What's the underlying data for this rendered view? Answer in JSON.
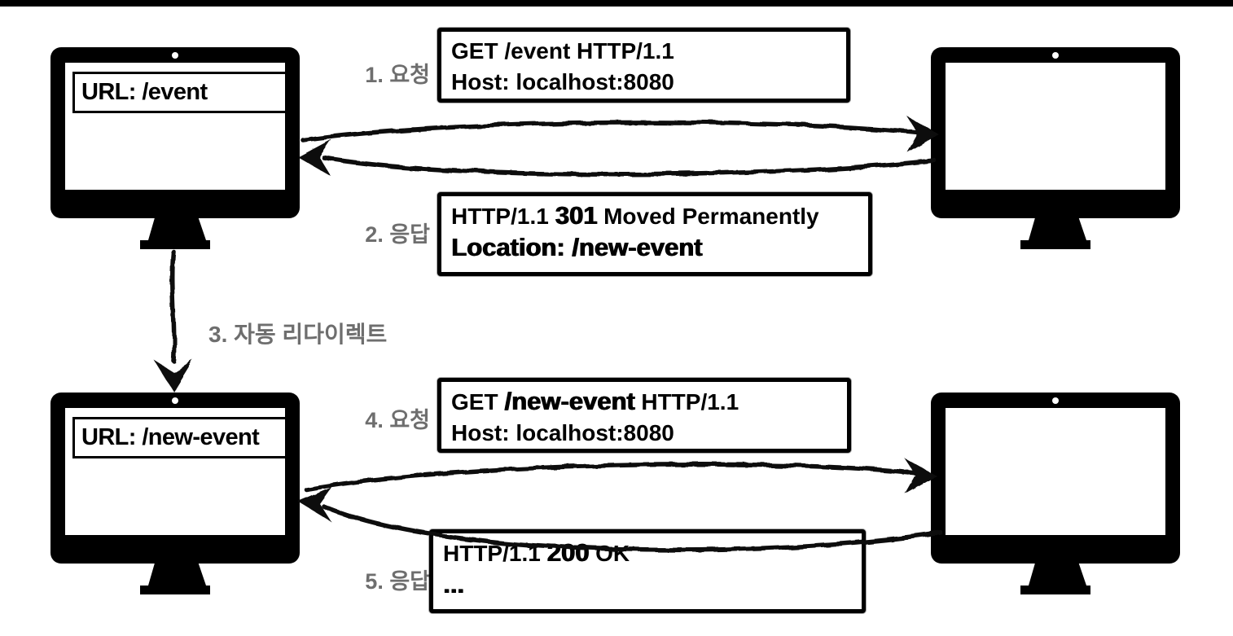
{
  "diagram_title": "HTTP 301 redirect flow",
  "colors": {
    "ink": "#000000",
    "label_gray": "#6e6e6e",
    "background": "#ffffff",
    "top_border": "#000000"
  },
  "monitors": {
    "client_top_url": "URL: /event",
    "client_bottom_url": "URL: /new-event"
  },
  "labels": {
    "step1": "1. 요청",
    "step2": "2. 응답",
    "step3": "3. 자동 리다이렉트",
    "step4": "4. 요청",
    "step5": "5. 응답"
  },
  "messages": {
    "box1": {
      "line1": "GET /event HTTP/1.1",
      "line2": "Host: localhost:8080"
    },
    "box2": {
      "line1_pre": "HTTP/1.1 ",
      "line1_code": "301",
      "line1_post": " Moved Permanently",
      "line2": "Location: /new-event"
    },
    "box4": {
      "line1_pre": "GET ",
      "line1_path": "/new-event",
      "line1_post": " HTTP/1.1",
      "line2": "Host: localhost:8080"
    },
    "box5": {
      "line1_pre": "HTTP/1.1 ",
      "line1_code": "200",
      "line1_post": " OK",
      "line2": "..."
    }
  }
}
